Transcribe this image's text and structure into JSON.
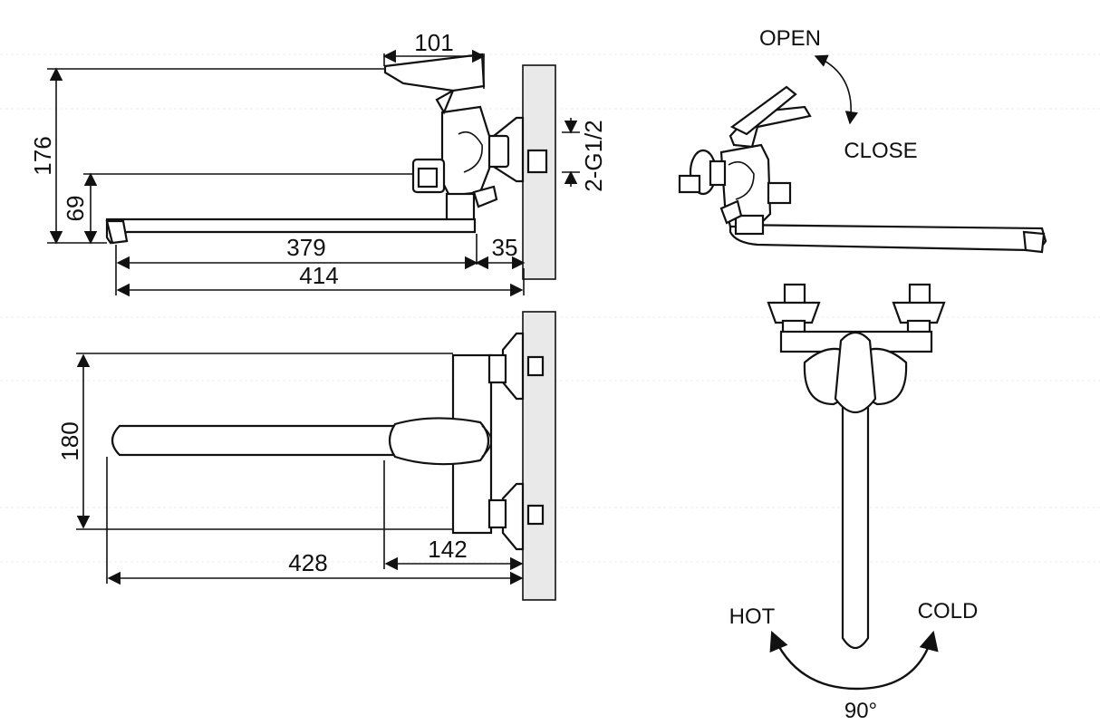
{
  "dimensions": {
    "top_width": "101",
    "total_height": "176",
    "spout_height": "69",
    "thread": "2-G1/2",
    "spout_length": "379",
    "wall_offset": "35",
    "total_length": "414",
    "plan_depth": "180",
    "plan_length": "428",
    "plan_inner": "142"
  },
  "labels": {
    "open": "OPEN",
    "close": "CLOSE",
    "hot": "HOT",
    "cold": "COLD",
    "angle": "90°"
  },
  "colors": {
    "line": "#111111",
    "wall_fill": "#e9e9e9"
  }
}
